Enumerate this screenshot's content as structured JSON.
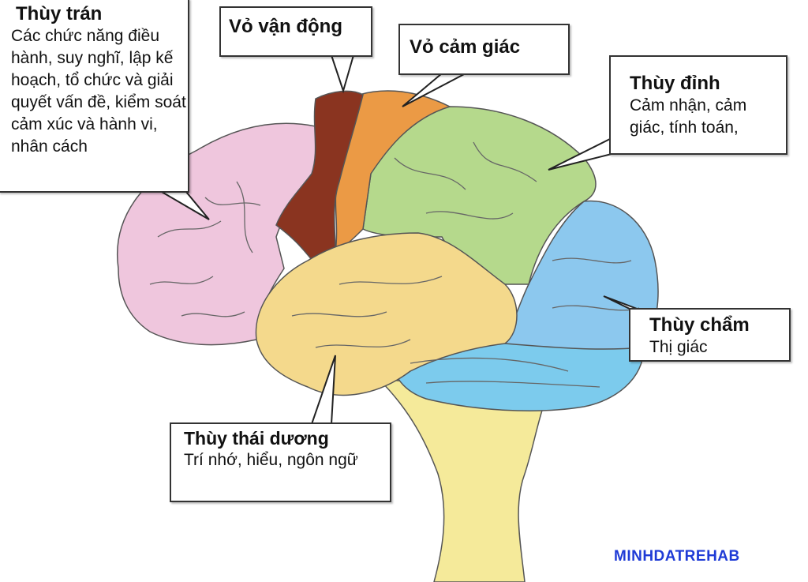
{
  "labels": {
    "frontal": {
      "title": "Thùy trán",
      "desc": "Các chức năng điều hành, suy nghĩ, lập kế hoạch, tổ chức và giải quyết vấn đề, kiểm soát cảm xúc và hành vi, nhân cách"
    },
    "motor": {
      "title": "Vỏ vận động"
    },
    "sensory": {
      "title": "Vỏ cảm giác"
    },
    "parietal": {
      "title": "Thùy đỉnh",
      "desc": "Cảm nhận, cảm giác, tính toán,"
    },
    "occipital": {
      "title": "Thùy chẩm",
      "desc": "Thị giác"
    },
    "temporal": {
      "title": "Thùy thái dương",
      "desc": "Trí nhớ, hiểu, ngôn ngữ"
    }
  },
  "watermark": "MINHDATREHAB",
  "colors": {
    "frontal": "#efc6dd",
    "motor": "#8a3420",
    "sensory": "#eb9a45",
    "parietal": "#b5d98c",
    "occipital": "#8cc8ee",
    "cerebellum": "#7ccbed",
    "temporal": "#f4d98c",
    "brainstem": "#f5ea9a",
    "watermark": "#1f3bd6"
  }
}
